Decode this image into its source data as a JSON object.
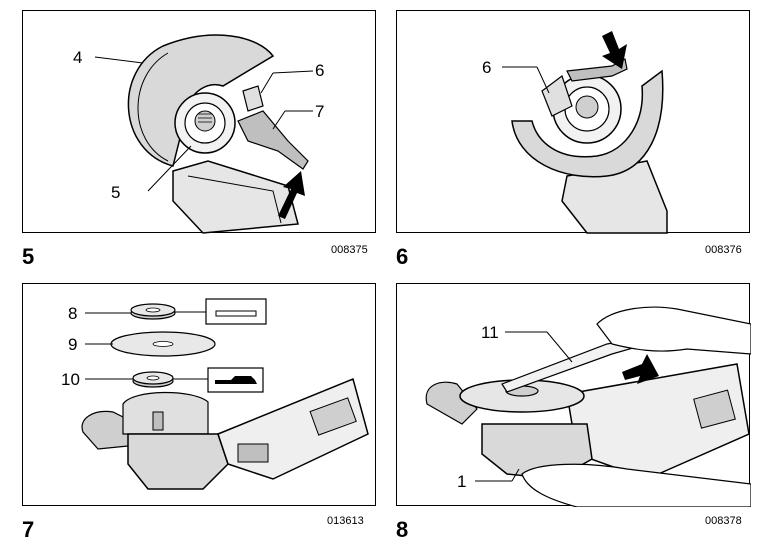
{
  "figures": [
    {
      "number": "5",
      "code": "008375",
      "callouts": [
        "4",
        "5",
        "6",
        "7"
      ]
    },
    {
      "number": "6",
      "code": "008376",
      "callouts": [
        "6"
      ]
    },
    {
      "number": "7",
      "code": "013613",
      "callouts": [
        "8",
        "9",
        "10"
      ]
    },
    {
      "number": "8",
      "code": "008378",
      "callouts": [
        "11",
        "1"
      ]
    }
  ]
}
